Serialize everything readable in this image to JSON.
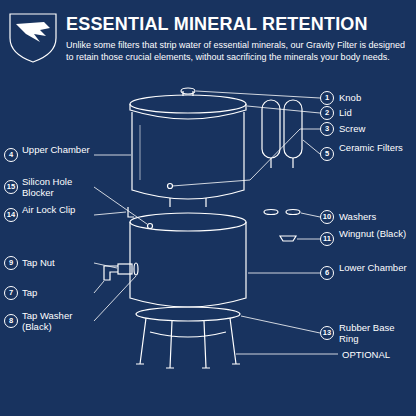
{
  "diagram": {
    "title": "ESSENTIAL MINERAL RETENTION",
    "labels": [
      "Unlike some filters that strip water of essential minerals, our Gravity Filter is designed to retain those crucial elements, without sacrificing the minerals your body needs.",
      "1",
      "Knob",
      "2",
      "Lid",
      "3",
      "Screw",
      "4",
      "Upper Chamber",
      "5",
      "Ceramic Filters",
      "15",
      "Silicon Hole Blocker",
      "10",
      "Washers",
      "14",
      "Air Lock Clip",
      "11",
      "Wingnut (Black)",
      "9",
      "Tap Nut",
      "6",
      "Lower Chamber",
      "7",
      "Tap",
      "8",
      "Tap Washer (Black)",
      "13",
      "Rubber Base Ring",
      "OPTIONAL"
    ]
  }
}
